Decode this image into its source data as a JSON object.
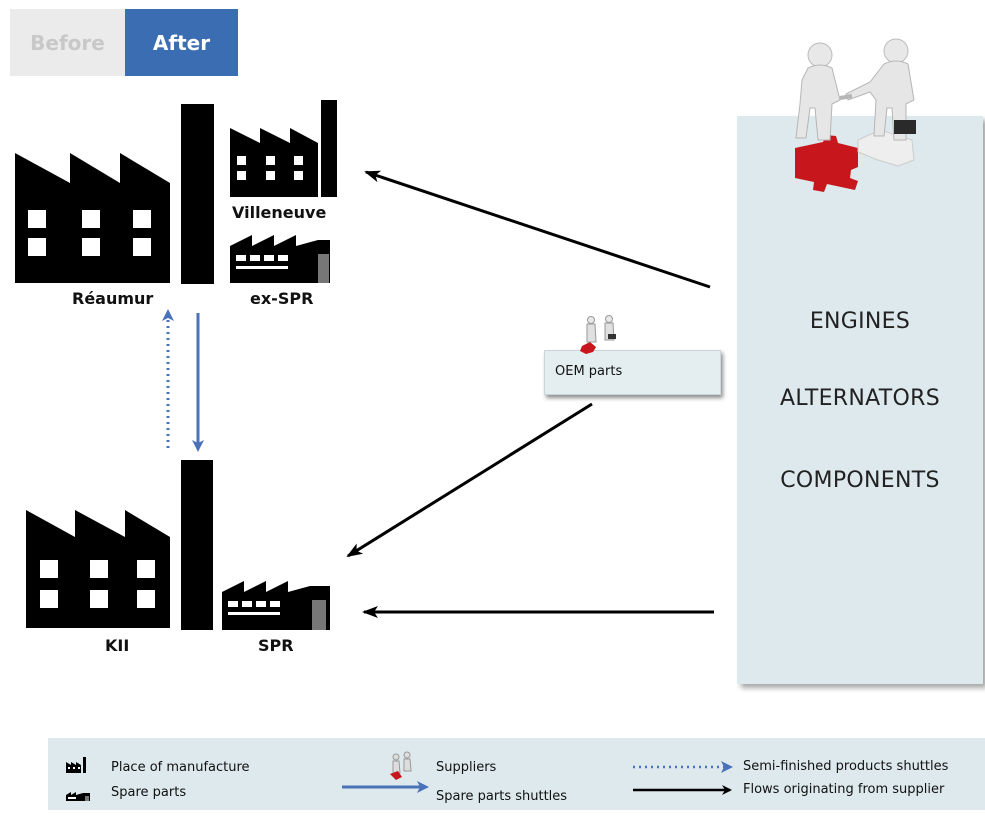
{
  "tabs": {
    "before": "Before",
    "after": "After"
  },
  "sites": {
    "reaumur": "Réaumur",
    "villeneuve": "Villeneuve",
    "ex_spr": "ex-SPR",
    "kii": "KII",
    "spr": "SPR"
  },
  "suppliers": {
    "categories": [
      "ENGINES",
      "ALTERNATORS",
      "COMPONENTS"
    ],
    "oem_label": "OEM parts"
  },
  "legend": {
    "place_of_manufacture": "Place of manufacture",
    "spare_parts": "Spare parts",
    "suppliers": "Suppliers",
    "spare_parts_shuttles": "Spare parts shuttles",
    "semi_finished_shuttles": "Semi-finished products shuttles",
    "flows_from_supplier": "Flows originating from supplier"
  },
  "colors": {
    "tab_active": "#3b6db3",
    "tab_inactive": "#ebebeb",
    "panel": "#dde9ed",
    "blue_arrow": "#4a72b8",
    "puzzle_red": "#c8161d"
  }
}
